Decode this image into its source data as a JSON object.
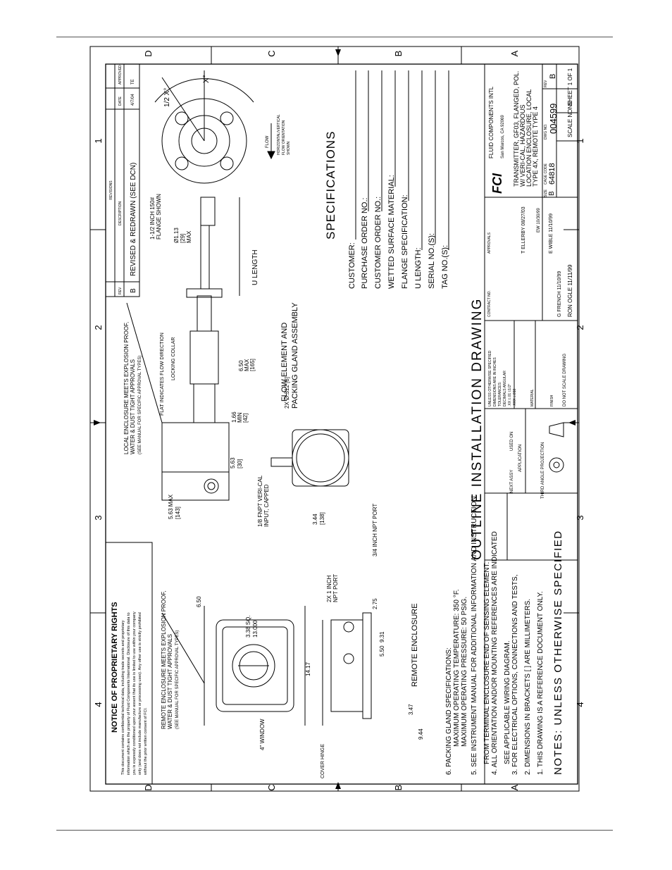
{
  "zones": {
    "right_letters": [
      "A",
      "B",
      "C",
      "D"
    ],
    "top_numbers": [
      "1",
      "2",
      "3",
      "4"
    ]
  },
  "title": "OUTLINE INSTALLATION DRAWING",
  "specifications": {
    "heading": "SPECIFICATIONS",
    "fields": [
      "CUSTOMER:",
      "PURCHASE ORDER NO.:",
      "CUSTOMER ORDER NO.:",
      "WETTED SURFACE MATERIAL:",
      "FLANGE SPECIFICATION:",
      "U LENGTH:",
      "SERIAL NO.(S):",
      "TAG NO.(S):"
    ]
  },
  "notes": {
    "heading": "NOTES: UNLESS OTHERWISE SPECIFIED",
    "items": [
      "1. THIS DRAWING IS A REFERENCE DOCUMENT ONLY.",
      "2. DIMENSIONS IN BRACKETS [ ] ARE MILLIMETERS.",
      "3. FOR ELECTRICAL OPTIONS, CONNECTIONS AND TESTS,",
      "SEE APPLICABLE WIRING DIAGRAM.",
      "4. ALL ORIENTATION AND/OR MOUNTING REFERENCES ARE INDICATED",
      "FROM TERMINAL ENCLOSURE END OF SENSING ELEMENT.",
      "5. SEE INSTRUMENT MANUAL FOR ADDITIONAL INFORMATION AND INSTRUCTION.",
      "6. PACKING GLAND SPECIFICATIONS:",
      "MAXIMUM OPERATING TEMPERATURE: 350 °F.",
      "MAXIMUM OPERATING PRESSURE: 50 PSIG."
    ]
  },
  "proprietary": {
    "heading": "NOTICE OF PROPRIETARY RIGHTS",
    "lines": [
      "This document contains confidential technical data, including trade secrets and proprietary",
      "information which are the property of Fluid Components International. Disclosure of this data to",
      "you is expressly conditioned upon your assent that its use is limited to use within your company",
      "only (and does not include manufacture or processing uses). Any other use is strictly prohibited",
      "without the prior written consent of FCI."
    ]
  },
  "revision": {
    "headers": [
      "REV",
      "DESCRIPTION",
      "DATE",
      "APPROVED"
    ],
    "label": "REVISIONS",
    "row": {
      "rev": "B",
      "description": "REVISED & REDRAWN (SEE DCN)",
      "date": "4/7/04",
      "approved": "TE"
    }
  },
  "labels": {
    "remote_enclosure": "REMOTE ENCLOSURE",
    "remote_note_lines": [
      "REMOTE ENCLOSURE MEETS EXPLOSION PROOF,",
      "WATER & DUST TIGHT APPROVALS",
      "(SEE MANUAL FOR SPECIFIC APPROVAL TYPES)"
    ],
    "local_note_lines": [
      "LOCAL ENCLOSURE MEETS EXPLOSION PROOF,",
      "WATER & DUST TIGHT APPROVALS",
      "(SEE MANUAL FOR SPECIFIC APPROVAL TYPES)"
    ],
    "window": "4\" WINDOW",
    "cover_hinge": "COVER HINGE",
    "npt_port_lines": [
      "2X 1 INCH",
      "NPT PORT"
    ],
    "flow_element_lines": [
      "FLOW ELEMENT AND",
      "PACKING GLAND ASSEMBLY"
    ],
    "flat_indicates": "FLAT INDICATES FLOW DIRECTION",
    "locking_collar": "LOCKING COLLAR",
    "vericai_lines": [
      "1/8 FNPT VERI-CAL",
      "INPUT, CAPPED"
    ],
    "npt_34": "3/4 INCH NPT PORT",
    "holes": "2X Ø.312 [8]",
    "flange_lines": [
      "1-1/2 INCH 150#",
      "FLANGE SHOWN"
    ],
    "flow": "FLOW",
    "flow_orient_lines": [
      "HORIZONTAL/VERTICAL",
      "FLOW ORIENTATION",
      "SHOWN"
    ],
    "u_length": "U LENGTH",
    "third_angle": "THIRD ANGLE PROJECTION",
    "x_deg": "X°",
    "half_x": "1/2 X°"
  },
  "dims": {
    "d650": "6.50",
    "d338": "3.38 SQ.",
    "d13000": "13.000",
    "d1417": "14.17",
    "d275": "2.75",
    "d550": "5.50",
    "d931": "9.31",
    "d347": "3.47",
    "d944": "9.44",
    "d563max": "5.63 MAX",
    "d563max_mm": "[143]",
    "d563": "5.63",
    "d563_mm": "[30]",
    "d166": "1.66",
    "d166_min": "MIN",
    "d166_mm": "[42]",
    "d650max": "6.50",
    "d650max_max": "MAX",
    "d650max_mm": "[165]",
    "d344": "3.44",
    "d344_mm": "[138]",
    "d113": "Ø1.13",
    "d113_mm": "[29]",
    "d113_max": "MAX"
  },
  "title_block": {
    "company": "FLUID COMPONENTS INTL",
    "company_sub": "San Marcos, CA 92069",
    "logo": "FCI",
    "title_lines": [
      "TRANSMITTER, GF03, FLANGED, POL.",
      "W/ VERI-CAL, HAZARDOUS",
      "LOCATION ENCLOSURE, LOCAL",
      "TYPE 4X, REMOTE TYPE 4"
    ],
    "size_label": "SIZE",
    "size": "B",
    "cage_label": "CAGE CODE",
    "cage": "64818",
    "dwg_label": "DWG NO.",
    "dwg_no": "004599",
    "rev_label": "REV",
    "rev": "B",
    "scale": "SCALE NONE",
    "sheet": "SHEET 1 OF 1",
    "drawn": "RON OGLE 11/11/99",
    "checked": "G FRENCH 11/10/99",
    "eng": "E WIBLE 11/10/99",
    "approved": "T ELLERBY 08/27/03",
    "qa": "EW 10/30/99",
    "next_assy": "NEXT ASSY",
    "used_on": "USED ON",
    "application": "APPLICATION",
    "do_not_scale": "DO NOT SCALE DRAWING",
    "tolerances": [
      "UNLESS OTHERWISE SPECIFIED",
      "DIMENSIONS ARE IN INCHES",
      "TOLERANCES:",
      "DECIMALS   ANGULAR",
      ".XX ±.01    ±1/2°",
      ".XXX ±.010"
    ],
    "material": "MATERIAL",
    "finish": "FINISH",
    "contract": "CONTRACT NO.",
    "approvals": "APPROVALS"
  }
}
